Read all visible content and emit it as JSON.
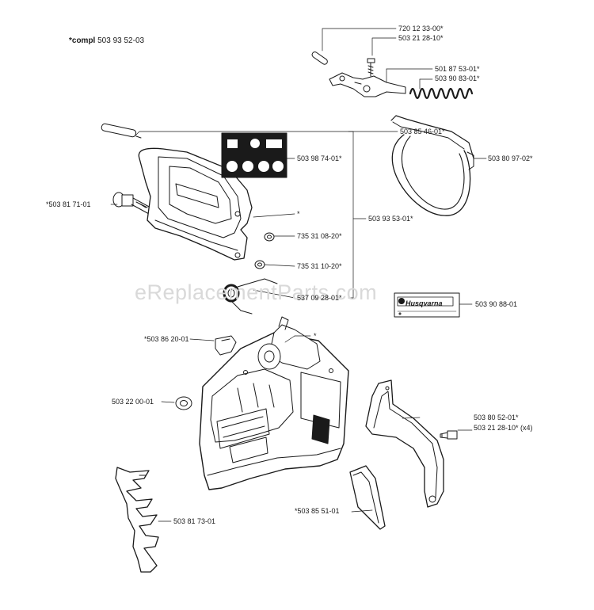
{
  "watermark": "eReplacementParts.com",
  "compl": {
    "prefix": "*compl",
    "number": "503 93 52-03"
  },
  "brand_decal": "Husqvarna",
  "labels": {
    "p720123300": "720 12 33-00*",
    "p503212810a": "503 21 28-10*",
    "p501875301": "501 87 53-01*",
    "p503908301": "503 90 83-01*",
    "p503809702": "503 80 97-02*",
    "p503854601": "503 85 46-01*",
    "p503987401": "503 98 74-01*",
    "p503817101": "*503 81 71-01",
    "star1": "*",
    "p503935301": "503 93 53-01*",
    "p735310820": "735 31 08-20*",
    "p735311020": "735 31 10-20*",
    "p537092801": "537 09 28-01*",
    "p503908801": "503 90 88-01",
    "p503862001": "*503 86 20-01",
    "star2": "*",
    "p503220001": "503 22 00-01",
    "p503805201": "503 80 52-01*",
    "p503212810b": "503 21 28-10* (x4)",
    "p503855101": "*503 85 51-01",
    "p503817301": "503 81 73-01"
  }
}
